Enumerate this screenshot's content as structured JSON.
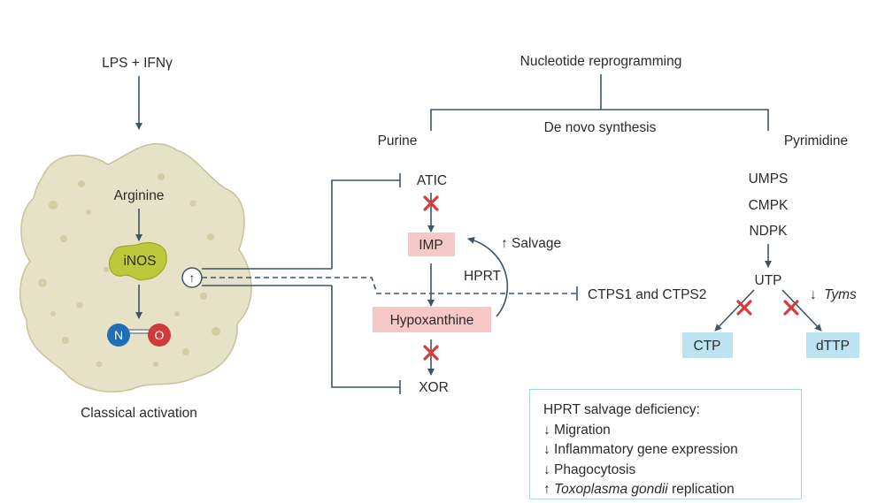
{
  "stimulus": "LPS + IFNγ",
  "cell": {
    "arginine": "Arginine",
    "inos": "iNOS",
    "no_n": "N",
    "no_o": "O",
    "regulator_symbol": "↑",
    "caption": "Classical activation"
  },
  "header": {
    "title": "Nucleotide reprogramming",
    "subtitle": "De novo synthesis",
    "left_branch": "Purine",
    "right_branch": "Pyrimidine"
  },
  "purine": {
    "atic": "ATIC",
    "imp": "IMP",
    "hypoxanthine": "Hypoxanthine",
    "xor": "XOR",
    "hprt": "HPRT",
    "salvage": "↑ Salvage",
    "ctps": "CTPS1 and CTPS2"
  },
  "pyrimidine": {
    "umps": "UMPS",
    "cmpk": "CMPK",
    "ndpk": "NDPK",
    "utp": "UTP",
    "tyms_arrow": "↓",
    "tyms": "Tyms",
    "ctp": "CTP",
    "dttp": "dTTP"
  },
  "note": {
    "title": "HPRT salvage deficiency:",
    "item1": "↓ Migration",
    "item2": "↓ Inflammatory gene expression",
    "item3": "↓ Phagocytosis",
    "item4_prefix": "↑ ",
    "item4_italic": "Toxoplasma gondii",
    "item4_suffix": " replication"
  },
  "colors": {
    "cell_fill": "#e6e2c7",
    "inos_fill": "#bcc93a",
    "n_atom": "#1e6fb8",
    "o_atom": "#cf3b3b",
    "pink_box": "#f6c9c6",
    "blue_box": "#bde3f2",
    "cross": "#d83a3a",
    "line": "#3e5566"
  }
}
